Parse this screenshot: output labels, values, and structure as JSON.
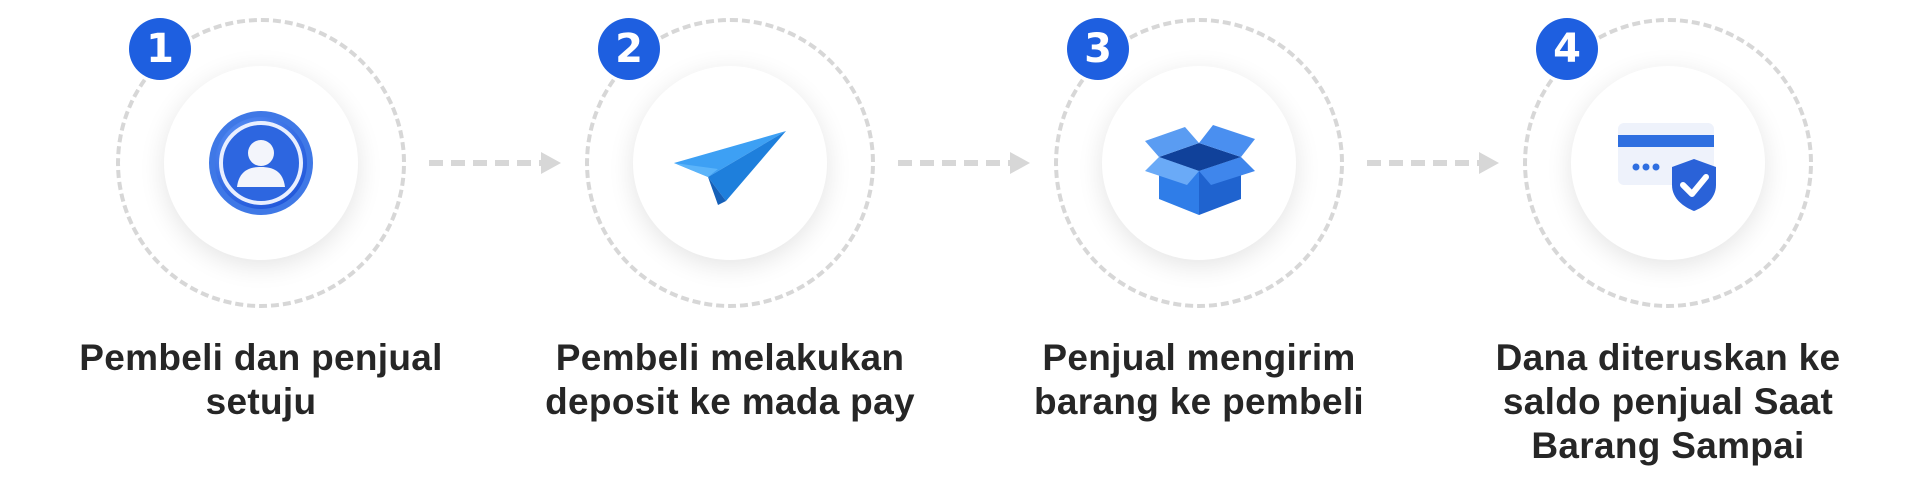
{
  "steps": [
    {
      "number": "1",
      "label": "Pembeli dan penjual setuju",
      "icon": "user-profile-icon"
    },
    {
      "number": "2",
      "label": "Pembeli melakukan deposit ke mada pay",
      "icon": "paper-plane-icon"
    },
    {
      "number": "3",
      "label": "Penjual mengirim barang ke pembeli",
      "icon": "open-box-icon"
    },
    {
      "number": "4",
      "label": "Dana diteruskan ke saldo penjual Saat Barang Sampai",
      "icon": "card-shield-check-icon"
    }
  ],
  "colors": {
    "badge": "#1e5fe0",
    "icon_blue": "#2f7de8",
    "ring": "#d7d7d7",
    "arrow": "#d7d7d7",
    "text": "#262626"
  }
}
